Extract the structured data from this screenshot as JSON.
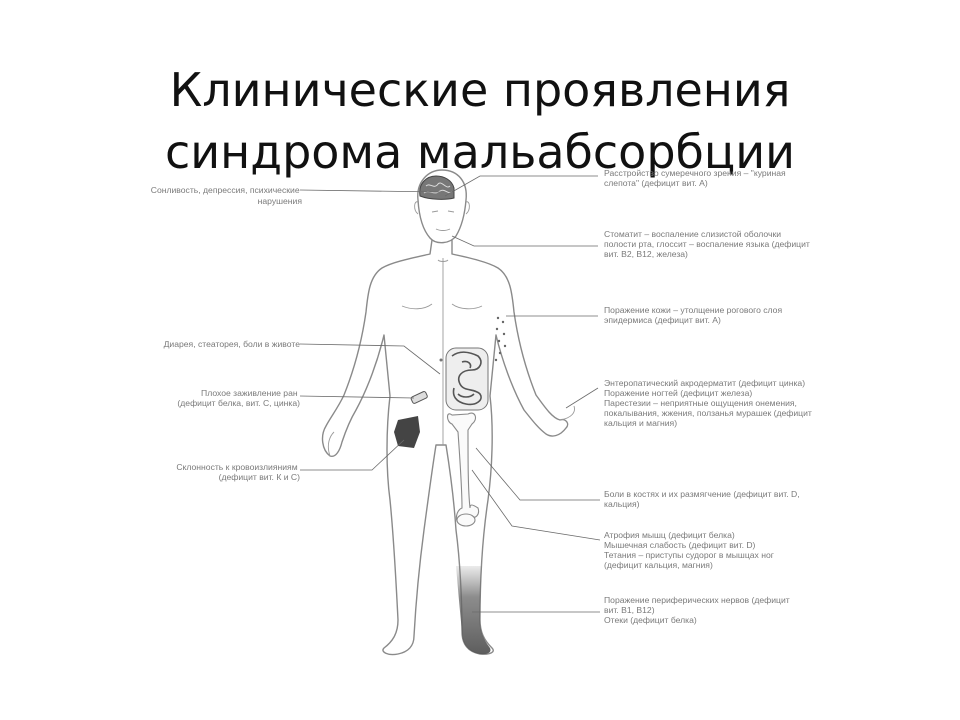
{
  "title": {
    "line1": "Клинические проявления",
    "line2": "синдрома мальабсорбции"
  },
  "labels": {
    "right": [
      {
        "lines": [
          "Расстройство сумеречного зрения – \"куриная",
          "слепота\" (дефицит вит. А)"
        ]
      },
      {
        "lines": [
          "Стоматит – воспаление слизистой оболочки",
          "полости рта, глоссит – воспаление языка (дефицит",
          "вит. B2, B12, железа)"
        ]
      },
      {
        "lines": [
          "Поражение кожи – утолщение рогового слоя",
          "эпидермиса (дефицит вит. А)"
        ]
      },
      {
        "lines": [
          "Энтеропатический акродерматит (дефицит цинка)",
          "Поражение ногтей (дефицит железа)",
          "Парестезии – неприятные ощущения онемения,",
          "покалывания, жжения, ползанья мурашек (дефицит",
          "кальция и магния)"
        ]
      },
      {
        "lines": [
          "Боли в костях и их размягчение (дефицит вит. D,",
          "кальция)"
        ]
      },
      {
        "lines": [
          "Атрофия мышц (дефицит белка)",
          "Мышечная слабость (дефицит вит. D)",
          "Тетания – приступы судорог в мышцах ног",
          "(дефицит кальция, магния)"
        ]
      },
      {
        "lines": [
          "Поражение периферических нервов (дефицит",
          "вит. B1, B12)",
          "Отеки (дефицит белка)"
        ]
      }
    ],
    "left": [
      {
        "lines": [
          "Сонливость, депрессия, психические",
          "нарушения"
        ]
      },
      {
        "lines": [
          "Диарея, стеаторея, боли в животе"
        ]
      },
      {
        "lines": [
          "Плохое заживление ран",
          "(дефицит белка, вит. С, цинка)"
        ]
      },
      {
        "lines": [
          "Склонность к кровоизлияниям",
          "(дефицит вит. К и С)"
        ]
      }
    ]
  }
}
